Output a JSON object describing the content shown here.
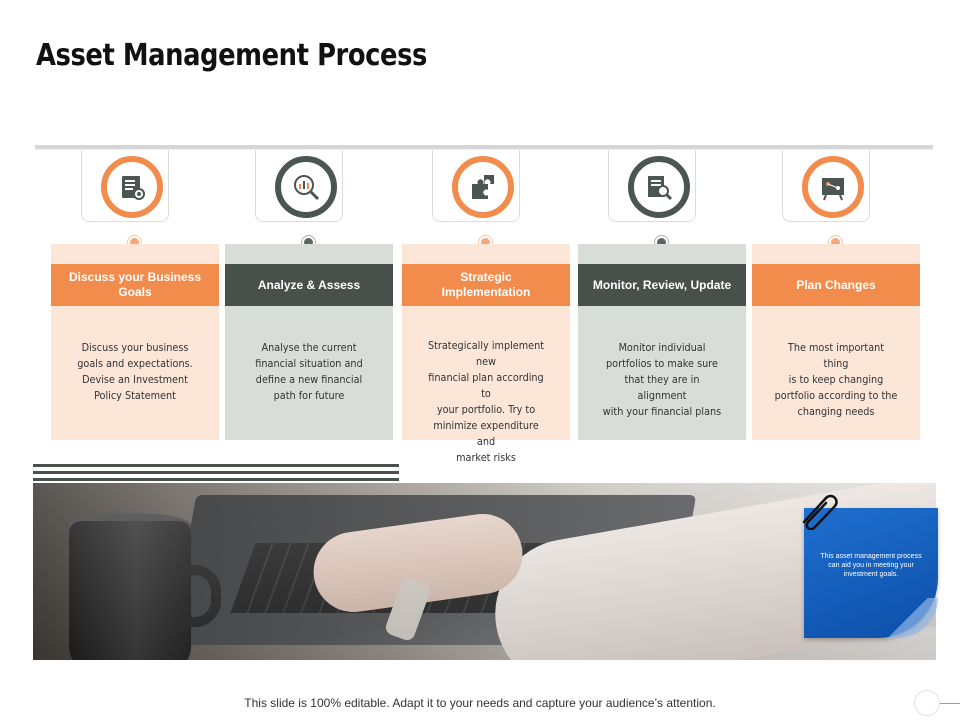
{
  "slide": {
    "title": "Asset Management Process",
    "footer": "This slide is 100% editable. Adapt it to your needs and capture your audience’s attention."
  },
  "steps": [
    {
      "icon": "checklist-report-icon",
      "theme": "orange",
      "title": "Discuss your Business Goals",
      "description": "Discuss your business\ngoals and expectations.\nDevise an Investment\nPolicy Statement"
    },
    {
      "icon": "analytics-magnifier-icon",
      "theme": "dark",
      "title": "Analyze & Assess",
      "description": "Analyse the current\nfinancial situation and\ndefine a new financial\npath for future"
    },
    {
      "icon": "puzzle-pieces-icon",
      "theme": "orange",
      "title": "Strategic Implementation",
      "description": "Strategically implement new\nfinancial plan according to\nyour portfolio. Try to\nminimize expenditure and\nmarket risks"
    },
    {
      "icon": "document-search-icon",
      "theme": "dark",
      "title": "Monitor, Review, Update",
      "description": "Monitor individual\nportfolios to make sure\nthat they are in alignment\nwith your financial plans"
    },
    {
      "icon": "planning-board-icon",
      "theme": "orange",
      "title": "Plan Changes",
      "description": "The most important thing\nis to keep changing\nportfolio according to the\nchanging needs"
    }
  ],
  "note": {
    "text": "This asset management process can aid you in meeting your investment goals."
  },
  "colors": {
    "accent_orange": "#f28c4c",
    "accent_dark": "#475049",
    "card_orange": "#fbe6d8",
    "card_gray": "#d8ddd8",
    "note_blue": "#1e6fd0"
  }
}
